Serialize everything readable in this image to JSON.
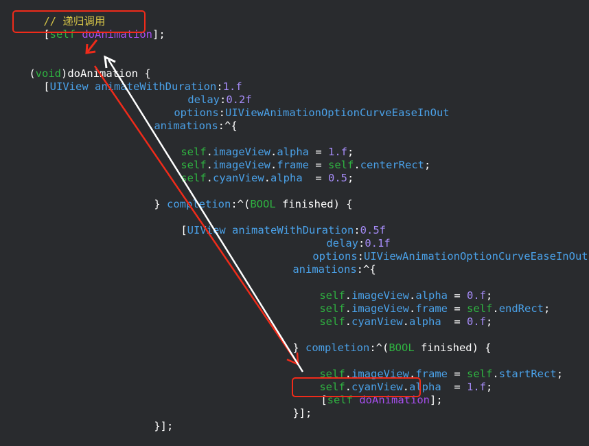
{
  "colors": {
    "background": "#292b2e",
    "plain": "#ffffff",
    "comment": "#d6c548",
    "keyword": "#2fb341",
    "message": "#a84ff0",
    "class_property": "#4aa1e8",
    "number": "#a68cf8",
    "annotation_red": "#f02b1a",
    "annotation_white": "#ffffff"
  },
  "code": {
    "comment": "// 递归调用",
    "call1": [
      "[",
      "self",
      " ",
      "doAnimation",
      "];"
    ],
    "sig": [
      "(",
      "void",
      ")doAnimation {"
    ],
    "l1": [
      "[",
      "UIView",
      " ",
      "animateWithDuration",
      ":",
      "1.f"
    ],
    "l2": [
      "delay",
      ":",
      "0.2f"
    ],
    "l3": [
      "options",
      ":",
      "UIViewAnimationOptionCurveEaseInOut"
    ],
    "l4": [
      "animations",
      ":^{"
    ],
    "l5": [
      "self",
      ".",
      "imageView",
      ".",
      "alpha",
      " = ",
      "1.f",
      ";"
    ],
    "l6": [
      "self",
      ".",
      "imageView",
      ".",
      "frame",
      " = ",
      "self",
      ".",
      "centerRect",
      ";"
    ],
    "l7": [
      "self",
      ".",
      "cyanView",
      ".",
      "alpha",
      "  = ",
      "0.5",
      ";"
    ],
    "l8": [
      "} ",
      "completion",
      ":^(",
      "BOOL",
      " finished) {"
    ],
    "l9": [
      "[",
      "UIView",
      " ",
      "animateWithDuration",
      ":",
      "0.5f"
    ],
    "l10": [
      "delay",
      ":",
      "0.1f"
    ],
    "l11": [
      "options",
      ":",
      "UIViewAnimationOptionCurveEaseInOut"
    ],
    "l12": [
      "animations",
      ":^{"
    ],
    "l13": [
      "self",
      ".",
      "imageView",
      ".",
      "alpha",
      " = ",
      "0.f",
      ";"
    ],
    "l14": [
      "self",
      ".",
      "imageView",
      ".",
      "frame",
      " = ",
      "self",
      ".",
      "endRect",
      ";"
    ],
    "l15": [
      "self",
      ".",
      "cyanView",
      ".",
      "alpha",
      "  = ",
      "0.f",
      ";"
    ],
    "l16": [
      "} ",
      "completion",
      ":^(",
      "BOOL",
      " finished) {"
    ],
    "l17": [
      "self",
      ".",
      "imageView",
      ".",
      "frame",
      " = ",
      "self",
      ".",
      "startRect",
      ";"
    ],
    "l18": [
      "self",
      ".",
      "cyanView",
      ".",
      "alpha",
      "  = ",
      "1.f",
      ";"
    ],
    "l19": [
      "[",
      "self",
      " ",
      "doAnimation",
      "];"
    ],
    "l20": "}];",
    "l21": "}];"
  }
}
